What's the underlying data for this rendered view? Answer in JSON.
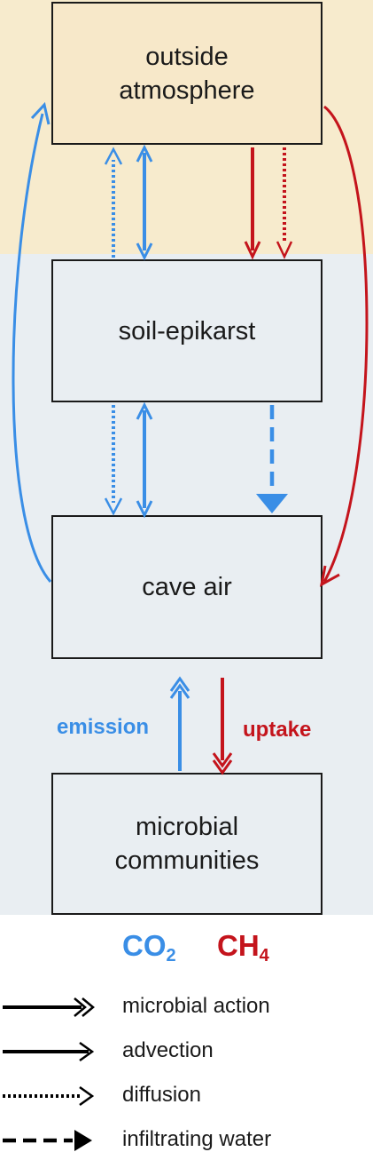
{
  "colors": {
    "co2": "#3a8ee6",
    "ch4": "#c4141c",
    "atmosphere_bg": "#f7ebcd",
    "ground_bg": "#e9eef2"
  },
  "boxes": {
    "atmosphere": "outside\natmosphere",
    "soil": "soil-epikarst",
    "cave": "cave air",
    "microbes": "microbial\ncommunities"
  },
  "labels": {
    "emission": "emission",
    "uptake": "uptake"
  },
  "gases": {
    "co2_main": "CO",
    "co2_sub": "2",
    "ch4_main": "CH",
    "ch4_sub": "4"
  },
  "legend": {
    "microbial_action": "microbial action",
    "advection": "advection",
    "diffusion": "diffusion",
    "infiltrating_water": "infiltrating water"
  }
}
